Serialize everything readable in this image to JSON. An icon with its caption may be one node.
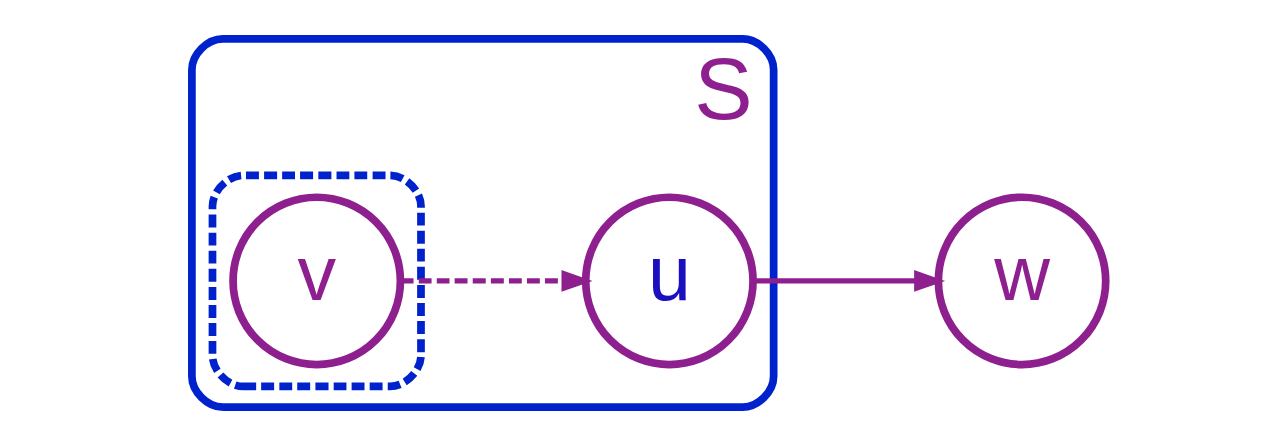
{
  "diagram": {
    "nodes": [
      {
        "text": [
          "S"
        ]
      },
      {
        "text": [],
        "shape": "ellipse",
        "in": 0
      },
      {
        "text": [
          "v"
        ],
        "in": 1
      },
      {
        "text": [
          "u"
        ],
        "in": 0
      },
      {
        "text": [
          "w"
        ]
      }
    ],
    "edges": [
      {
        "from": 2,
        "to": 3,
        "arrow": "to",
        "style": "dashed"
      },
      {
        "from": 3,
        "to": 4,
        "arrow": "to"
      }
    ]
  }
}
